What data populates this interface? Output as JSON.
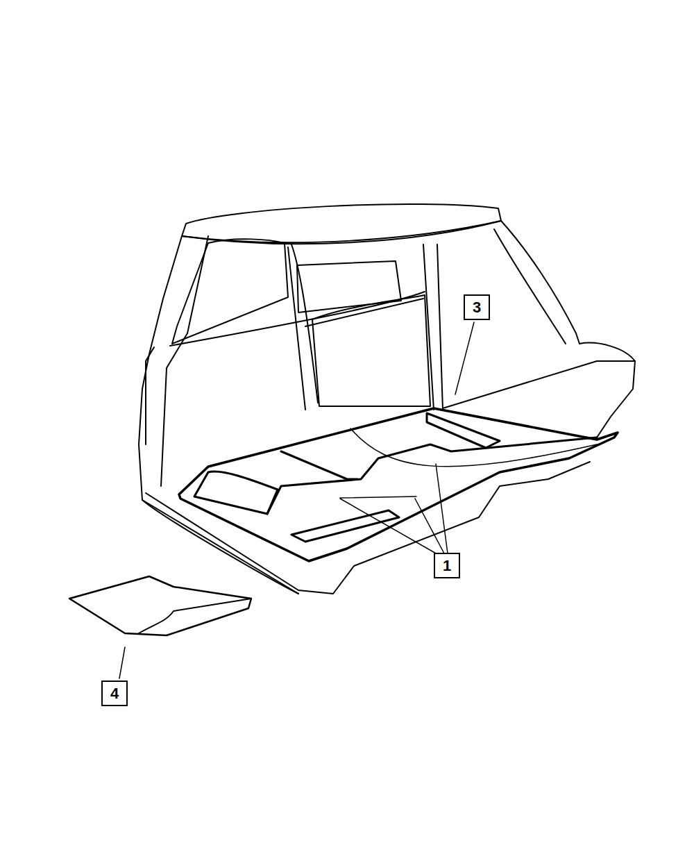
{
  "diagram": {
    "nodes": [
      {
        "text": [
          "3"
        ]
      },
      {
        "text": [
          "1"
        ]
      },
      {
        "text": [
          "4"
        ]
      }
    ]
  }
}
